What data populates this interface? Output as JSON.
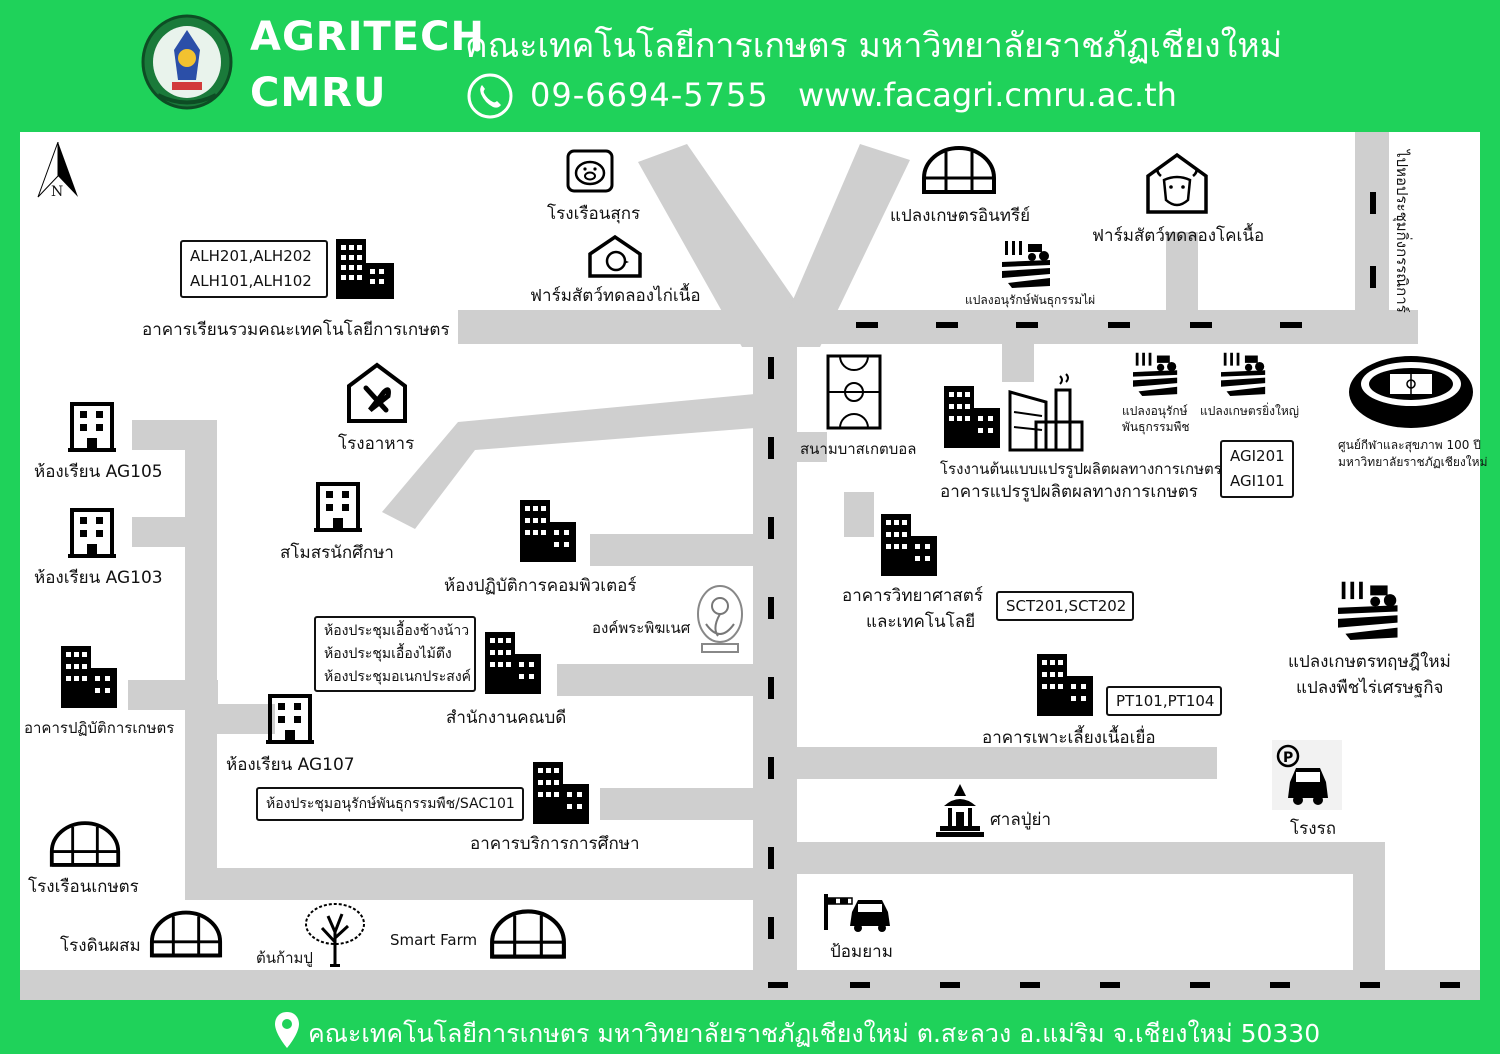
{
  "header": {
    "brand_line1": "AGRITECH",
    "brand_line2": "CMRU",
    "faculty_title": "คณะเทคโนโลยีการเกษตร มหาวิทยาลัยราชภัฏเชียงใหม่",
    "phone": "09-6694-5755",
    "website": "www.facagri.cmru.ac.th"
  },
  "map": {
    "compass_label": "N",
    "road_right_label": "ไปหอประชุมกิ่งกรรณิการ์",
    "places": {
      "pig_house": "โรงเรือนสุกร",
      "organic_plot": "แปลงเกษตรอินทรีย์",
      "beef_farm": "ฟาร์มสัตว์ทดลองโคเนื้อ",
      "rice_plot": "แปลงอนุรักษ์พันธุกรรมไผ่",
      "chicken_farm": "ฟาร์มสัตว์ทดลองไก่เนื้อ",
      "lecture_building": "อาคารเรียนรวมคณะเทคโนโลยีการเกษตร",
      "canteen": "โรงอาหาร",
      "basketball": "สนามบาสเกตบอล",
      "plant_genetics_plot_1": "แปลงอนุรักษ์",
      "plant_genetics_plot_2": "พันธุกรรมพืช",
      "large_plot": "แปลงเกษตรยิ่งใหญ่",
      "stadium_1": "ศูนย์กีฬาและสุขภาพ 100 ปี",
      "stadium_2": "มหาวิทยาลัยราชภัฏเชียงใหม่",
      "processing_1": "โรงงานต้นแบบแปรรูปผลิตผลทางการเกษตร",
      "processing_2": "อาคารแปรรูปผลิตผลทางการเกษตร",
      "ag105": "ห้องเรียน AG105",
      "ag103": "ห้องเรียน AG103",
      "student_union": "สโมสรนักศึกษา",
      "computer_lab": "ห้องปฏิบัติการคอมพิวเตอร์",
      "ganesh": "องค์พระพิฆเนศ",
      "science_1": "อาคารวิทยาศาสตร์",
      "science_2": "และเทคโนโลยี",
      "practice_building": "อาคารปฏิบัติการเกษตร",
      "dean_office": "สำนักงานคณบดี",
      "new_theory_1": "แปลงเกษตรทฤษฎีใหม่",
      "new_theory_2": "แปลงพืชไร่เศรษฐกิจ",
      "ag107": "ห้องเรียน AG107",
      "tissue_culture": "อาคารเพาะเลี้ยงเนื้อเยื่อ",
      "education_services": "อาคารบริการการศึกษา",
      "shrine": "ศาลปู่ย่า",
      "garage": "โรงรถ",
      "greenhouse": "โรงเรือนเกษตร",
      "soil_house": "โรงดินผสม",
      "tree": "ต้นก้ามปู",
      "smart_farm": "Smart Farm",
      "guard_post": "ป้อมยาม"
    },
    "rooms": {
      "alh_line1": "ALH201,ALH202",
      "alh_line2": "ALH101,ALH102",
      "agi_line1": "AGI201",
      "agi_line2": "AGI101",
      "sct": "SCT201,SCT202",
      "pt": "PT101,PT104",
      "meeting_1": "ห้องประชุมเอื้องช้างน้าว",
      "meeting_2": "ห้องประชุมเอื้องไม้ตึง",
      "meeting_3": "ห้องประชุมอเนกประสงค์",
      "sac": "ห้องประชุมอนุรักษ์พันธุกรรมพืช/SAC101"
    }
  },
  "footer": {
    "address": "คณะเทคโนโลยีการเกษตร มหาวิทยาลัยราชภัฏเชียงใหม่ ต.สะลวง อ.แม่ริม จ.เชียงใหม่ 50330"
  },
  "colors": {
    "green": "#1fd25a",
    "road": "#cfcfcf",
    "ink": "#111111"
  }
}
